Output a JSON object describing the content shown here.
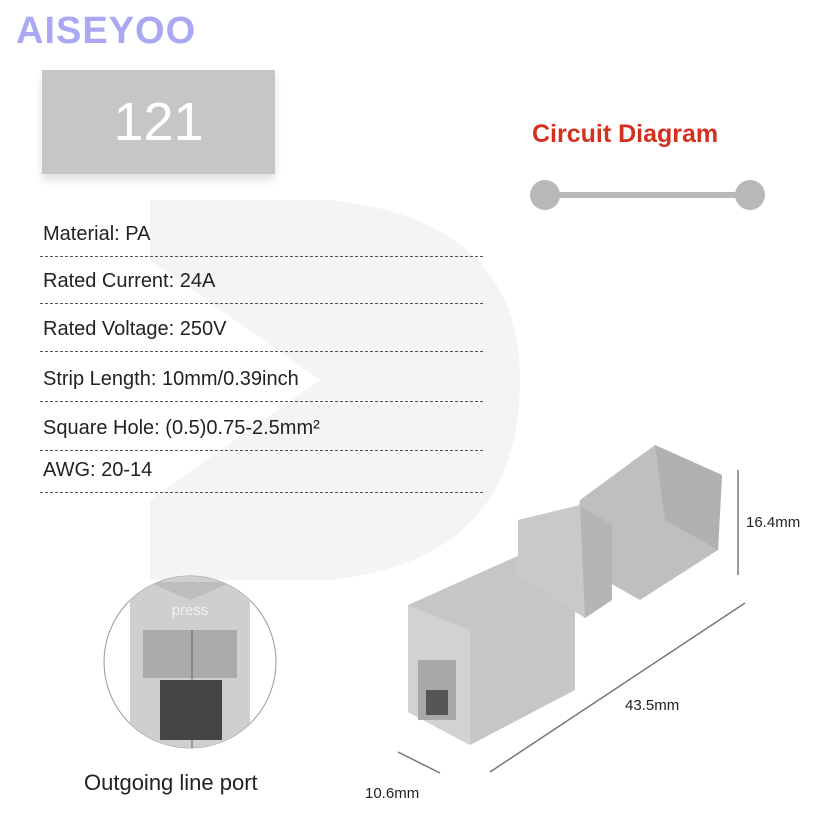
{
  "brand": {
    "logo": "AISEYOO"
  },
  "model": {
    "number": "121"
  },
  "circuit": {
    "title": "Circuit Diagram"
  },
  "specs": [
    {
      "text": "Material: PA"
    },
    {
      "text": "Rated Current: 24A"
    },
    {
      "text": "Rated Voltage: 250V"
    },
    {
      "text": "Strip Length: 10mm/0.39inch"
    },
    {
      "text": "Square Hole: (0.5)0.75-2.5mm²"
    },
    {
      "text": "AWG: 20-14"
    }
  ],
  "detail": {
    "press_label": "press",
    "caption": "Outgoing line port"
  },
  "dimensions": {
    "height": "16.4mm",
    "length": "43.5mm",
    "width": "10.6mm"
  },
  "colors": {
    "logo": "#aaa8f4",
    "title": "#d4301f",
    "box": "#c6c6c6"
  }
}
